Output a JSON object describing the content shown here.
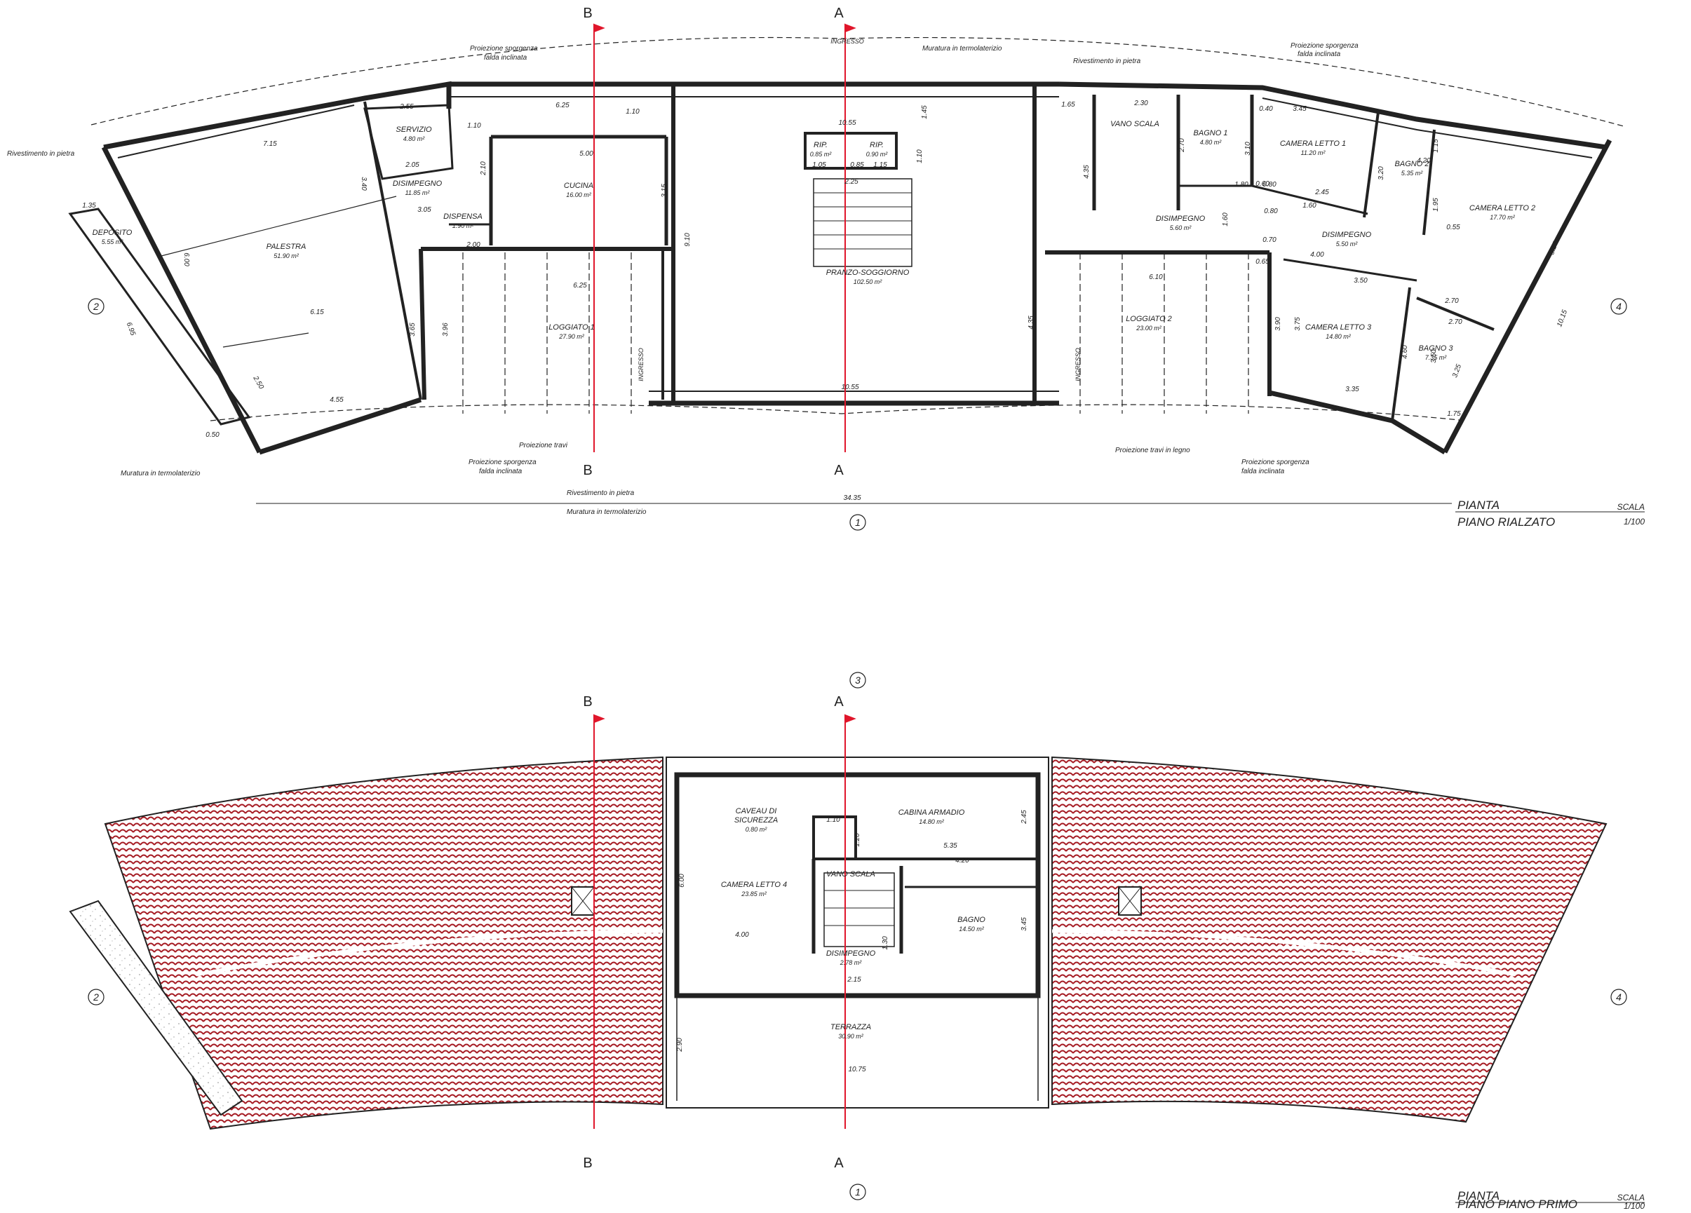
{
  "colors": {
    "wall": "#222222",
    "section": "#e0162b",
    "roof": "#a61c24",
    "roof_bg": "#f3dede"
  },
  "ground_floor": {
    "title_line1": "PIANTA",
    "title_line2": "PIANO RIALZATO",
    "scale_label": "SCALA",
    "scale_value": "1/100",
    "rooms": [
      {
        "name": "PALESTRA",
        "area": "51.90 m²"
      },
      {
        "name": "DEPOSITO",
        "area": "5.55 m²"
      },
      {
        "name": "SERVIZIO",
        "area": "4.80 m²"
      },
      {
        "name": "DISIMPEGNO",
        "area": "11.85 m²"
      },
      {
        "name": "DISPENSA",
        "area": "1.90 m²"
      },
      {
        "name": "CUCINA",
        "area": "16.00 m²"
      },
      {
        "name": "LOGGIATO 1",
        "area": "27.90 m²"
      },
      {
        "name": "RIP.",
        "area": "0.85 m²"
      },
      {
        "name": "RIP.",
        "area": "0.90 m²"
      },
      {
        "name": "PRANZO-SOGGIORNO",
        "area": "102.50 m²"
      },
      {
        "name": "LOGGIATO 2",
        "area": "23.00 m²"
      },
      {
        "name": "VANO SCALA",
        "area": ""
      },
      {
        "name": "DISIMPEGNO",
        "area": "5.60 m²"
      },
      {
        "name": "BAGNO 1",
        "area": "4.80 m²"
      },
      {
        "name": "CAMERA LETTO 1",
        "area": "11.20 m²"
      },
      {
        "name": "BAGNO 2",
        "area": "5.35 m²"
      },
      {
        "name": "CAMERA LETTO 2",
        "area": "17.70 m²"
      },
      {
        "name": "DISIMPEGNO",
        "area": "5.50 m²"
      },
      {
        "name": "CAMERA LETTO 3",
        "area": "14.80 m²"
      },
      {
        "name": "BAGNO 3",
        "area": "7.35 m²"
      }
    ],
    "notes": [
      "Proiezione sporgenza",
      "falda inclinata",
      "Muratura in termolaterizio",
      "Rivestimento in pietra",
      "Proiezione sporgenza",
      "falda inclinata",
      "Muratura in termolaterizio",
      "Rivestimento in pietra",
      "Proiezione travi",
      "Proiezione sporgenza",
      "falda inclinata",
      "Rivestimento in pietra",
      "Muratura in termolaterizio",
      "Proiezione travi in legno",
      "Proiezione sporgenza",
      "falda inclinata"
    ],
    "entrances": [
      "INGRESSO",
      "INGRESSO",
      "INGRESSO"
    ],
    "dims": [
      "6.25",
      "2.55",
      "7.15",
      "1.10",
      "5.00",
      "1.10",
      "10.55",
      "1.65",
      "2.30",
      "3.45",
      "4.20",
      "2.05",
      "3.05",
      "2.00",
      "1.35",
      "6.25",
      "6.10",
      "10.55",
      "6.15",
      "4.55",
      "3.35",
      "3.50",
      "2.70",
      "2.70",
      "1.80",
      "0.80",
      "2.45",
      "1.60",
      "0.80",
      "0.70",
      "4.00",
      "0.65",
      "6.00",
      "3.40",
      "6.95",
      "2.50",
      "0.50",
      "3.65",
      "3.96",
      "3.15",
      "9.10",
      "1.45",
      "1.10",
      "4.35",
      "4.35",
      "3.75",
      "3.90",
      "4.60",
      "3.50",
      "3.25",
      "5.15",
      "10.15",
      "34.35",
      "1.05",
      "1.15",
      "2.25",
      "2.10",
      "2.70",
      "3.10",
      "3.20",
      "1.95",
      "0.40",
      "1.15",
      "0.55",
      "0.60",
      "1.75",
      "0.85",
      "1.60"
    ],
    "section_labels": [
      "B",
      "A",
      "B",
      "A"
    ],
    "grid": [
      "1",
      "2",
      "3",
      "4"
    ]
  },
  "first_floor": {
    "title_line1": "PIANTA",
    "title_line2": "PIANO PIANO PRIMO",
    "scale_label": "SCALA",
    "scale_value": "1/100",
    "rooms": [
      {
        "name": "CAVEAU DI",
        "area": ""
      },
      {
        "name": "SICUREZZA",
        "area": "0.80 m²"
      },
      {
        "name": "CABINA ARMADIO",
        "area": "14.80 m²"
      },
      {
        "name": "VANO SCALA",
        "area": ""
      },
      {
        "name": "CAMERA LETTO 4",
        "area": "23.85 m²"
      },
      {
        "name": "BAGNO",
        "area": "14.50 m²"
      },
      {
        "name": "DISIMPEGNO",
        "area": "2.78 m²"
      },
      {
        "name": "TERRAZZA",
        "area": "30.90 m²"
      }
    ],
    "dims": [
      "1.10",
      "5.35",
      "4.20",
      "4.00",
      "2.15",
      "10.75",
      "6.00",
      "2.45",
      "3.45",
      "2.90",
      "1.30",
      "1.20"
    ],
    "section_labels": [
      "B",
      "A",
      "B",
      "A"
    ],
    "grid": [
      "2",
      "4",
      "1"
    ]
  }
}
